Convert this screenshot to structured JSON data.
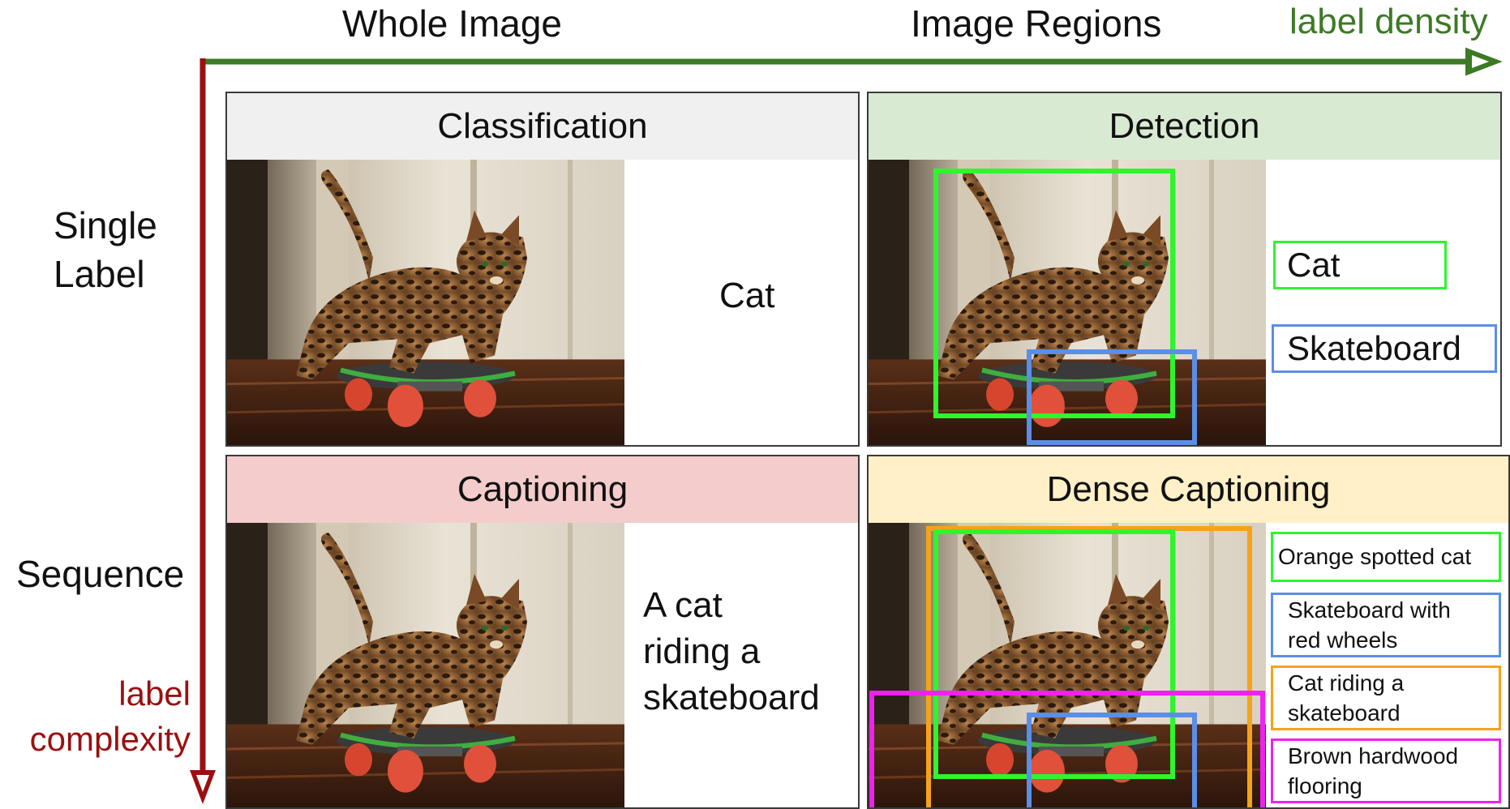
{
  "axes": {
    "col_whole_image": "Whole Image",
    "col_image_regions": "Image Regions",
    "x_axis_label": "label density",
    "row_single_label": [
      "Single",
      "Label"
    ],
    "row_sequence": "Sequence",
    "y_axis_label": [
      "label",
      "complexity"
    ]
  },
  "panels": {
    "classification": {
      "title": "Classification",
      "label": "Cat"
    },
    "detection": {
      "title": "Detection",
      "labels": [
        "Cat",
        "Skateboard"
      ]
    },
    "captioning": {
      "title": "Captioning",
      "caption": [
        "A cat",
        "riding a",
        "skateboard"
      ]
    },
    "dense_captioning": {
      "title": "Dense Captioning",
      "captions": [
        {
          "text": [
            "Orange spotted cat"
          ],
          "color": "green"
        },
        {
          "text": [
            "Skateboard with",
            "red wheels"
          ],
          "color": "blue"
        },
        {
          "text": [
            "Cat riding a",
            "skateboard"
          ],
          "color": "orange"
        },
        {
          "text": [
            "Brown hardwood",
            "flooring"
          ],
          "color": "magenta"
        }
      ]
    }
  },
  "colors": {
    "x_axis": "#3c7a25",
    "y_axis": "#9a1010",
    "classification_header": "#f0f0f0",
    "detection_header": "#d9ead3",
    "captioning_header": "#f4cccc",
    "dense_header": "#fff0c8",
    "box_green": "#2ef52e",
    "box_blue": "#5b8ee6",
    "box_orange": "#f5a31a",
    "box_magenta": "#ee22ee"
  }
}
